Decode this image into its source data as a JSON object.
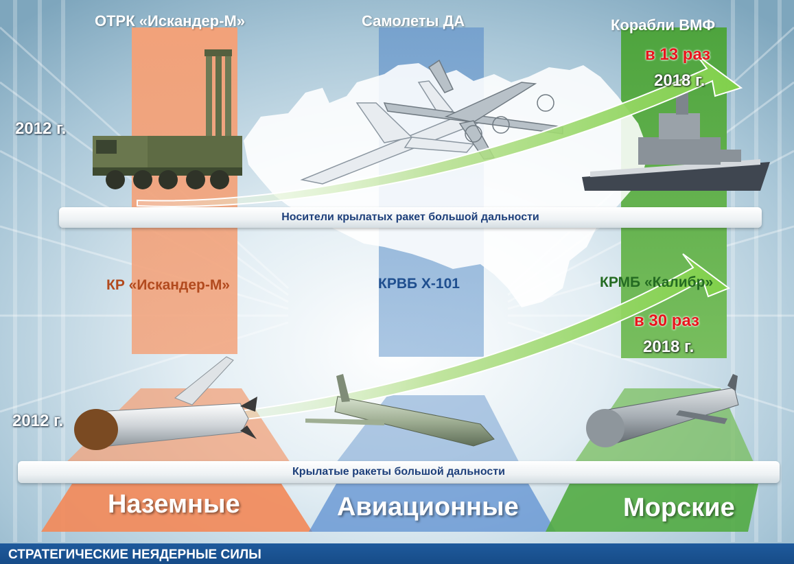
{
  "columns": {
    "ground": {
      "carrier_label": "ОТРК «Искандер-М»",
      "missile_label": "КР «Искандер-М»",
      "category": "Наземные",
      "color": "#f08d5e"
    },
    "air": {
      "carrier_label": "Самолеты ДА",
      "missile_label": "КРВБ Х-101",
      "category": "Авиационные",
      "color": "#6a96c8"
    },
    "sea": {
      "carrier_label": "Корабли ВМФ",
      "missile_label": "КРМБ «Калибр»",
      "category": "Морские",
      "color": "#5fae4a"
    }
  },
  "carriers_row": {
    "start_year": "2012 г.",
    "growth": "в 13 раз",
    "end_year": "2018 г.",
    "shelf_label": "Носители крылатых ракет большой дальности"
  },
  "missiles_row": {
    "start_year": "2012 г.",
    "growth": "в 30 раз",
    "end_year": "2018 г.",
    "shelf_label": "Крылатые ракеты большой дальности"
  },
  "footer": {
    "title": "СТРАТЕГИЧЕСКИЕ НЕЯДЕРНЫЕ СИЛЫ"
  },
  "colors": {
    "ground_label": "#b24a1e",
    "air_label": "#1f4f8f",
    "sea_label": "#246b22",
    "growth_text": "#e8151d",
    "footer_bg": "#1e5a9c",
    "shelf_text": "#1d3f7a"
  }
}
